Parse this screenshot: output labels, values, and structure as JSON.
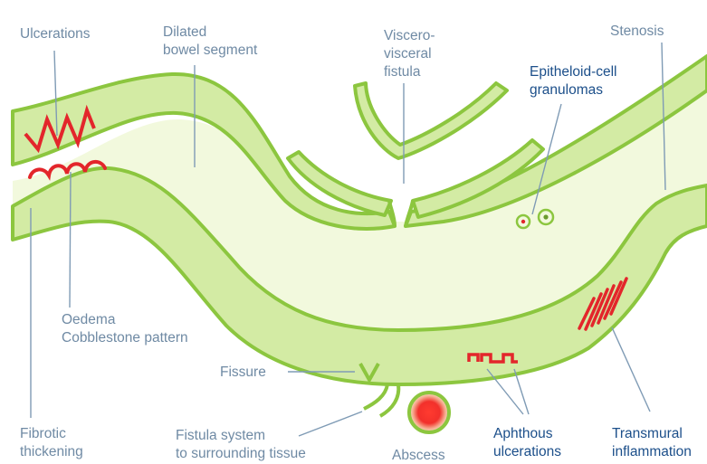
{
  "labels": {
    "ulcerations": "Ulcerations",
    "dilated": "Dilated\nbowel segment",
    "viscero": "Viscero-\nvisceral\nfistula",
    "stenosis": "Stenosis",
    "granulomas": "Epitheloid-cell\ngranulomas",
    "oedema": "Oedema\nCobblestone pattern",
    "fissure": "Fissure",
    "fibrotic": "Fibrotic\nthickening",
    "fistula_system": "Fistula system\nto surrounding tissue",
    "abscess": "Abscess",
    "aphthous": "Aphthous\nulcerations",
    "transmural": "Transmural\ninflammation"
  },
  "colors": {
    "wall_fill": "#d3eba4",
    "wall_edge": "#8cc63f",
    "lumen": "#f2f9dd",
    "lesion": "#e3262b",
    "leader": "#7f9bb5",
    "label_gray": "#6f8aa4",
    "label_blue": "#1c4f8a"
  }
}
